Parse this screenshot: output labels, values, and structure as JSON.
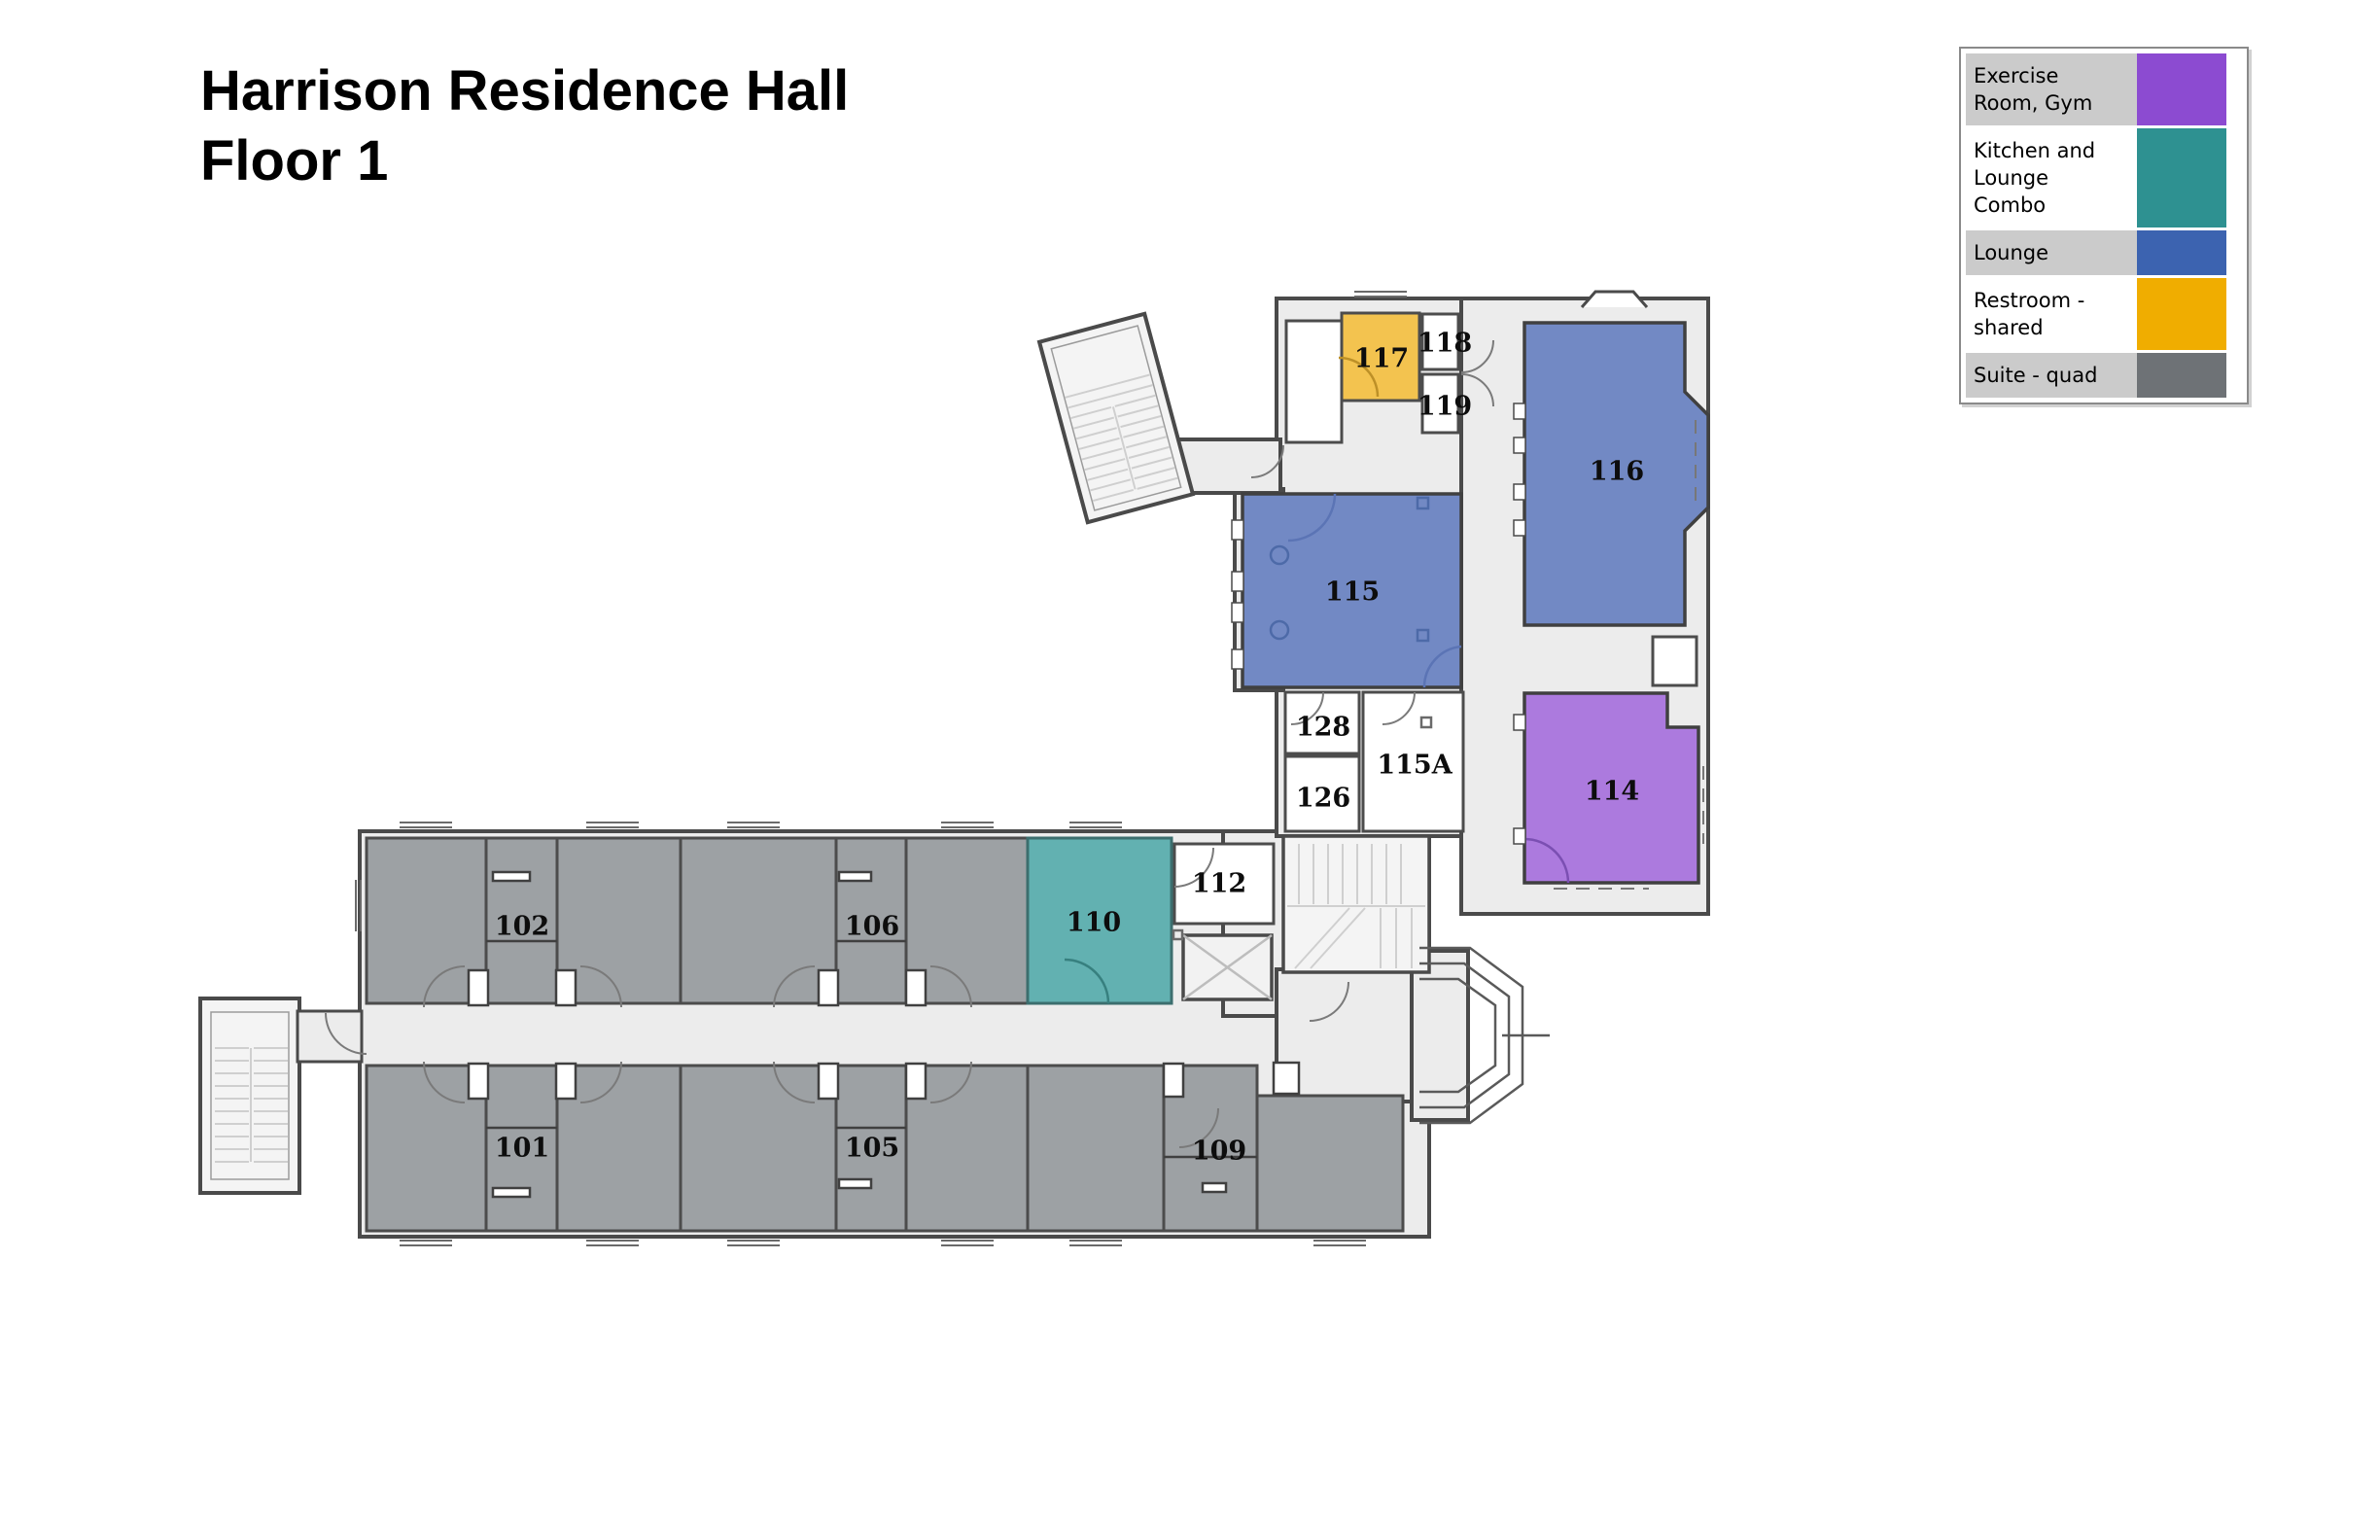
{
  "title": {
    "line1": "Harrison Residence Hall",
    "line2": "Floor 1"
  },
  "legend": {
    "items": [
      {
        "label": "Exercise Room, Gym",
        "lines": [
          "Exercise",
          "Room, Gym"
        ],
        "color": "#8c4bd1"
      },
      {
        "label": "Kitchen and Lounge Combo",
        "lines": [
          "Kitchen and",
          "Lounge",
          "Combo"
        ],
        "color": "#2e9191"
      },
      {
        "label": "Lounge",
        "lines": [
          "Lounge"
        ],
        "color": "#3c63b0"
      },
      {
        "label": "Restroom - shared",
        "lines": [
          "Restroom -",
          "shared"
        ],
        "color": "#f0ad00"
      },
      {
        "label": "Suite - quad",
        "lines": [
          "Suite - quad"
        ],
        "color": "#6e7276"
      }
    ]
  },
  "palette": {
    "exercise_room_gym": "#8c4bd1",
    "kitchen_lounge_combo": "#2e9191",
    "lounge": "#3c63b0",
    "restroom_shared": "#f0ad00",
    "suite_quad": "#6e7276",
    "room_exercise": "#ac7ade",
    "room_kitchen_lounge": "#62b1b1",
    "room_lounge": "#7289c4",
    "room_restroom": "#f3c34f",
    "room_suite": "#9da1a4",
    "corridor": "#ececec",
    "stairwell": "#f4f4f4",
    "wall": "#4a4a4a"
  },
  "rooms": {
    "r101": {
      "label": "101",
      "type": "suite-quad"
    },
    "r102": {
      "label": "102",
      "type": "suite-quad"
    },
    "r105": {
      "label": "105",
      "type": "suite-quad"
    },
    "r106": {
      "label": "106",
      "type": "suite-quad"
    },
    "r109": {
      "label": "109",
      "type": "suite-quad"
    },
    "r110": {
      "label": "110",
      "type": "kitchen-and-lounge-combo"
    },
    "r112": {
      "label": "112",
      "type": "unassigned"
    },
    "r114": {
      "label": "114",
      "type": "exercise-room-gym"
    },
    "r115": {
      "label": "115",
      "type": "lounge"
    },
    "r115A": {
      "label": "115A",
      "type": "unassigned"
    },
    "r116": {
      "label": "116",
      "type": "lounge"
    },
    "r117": {
      "label": "117",
      "type": "restroom-shared"
    },
    "r118": {
      "label": "118",
      "type": "unassigned"
    },
    "r119": {
      "label": "119",
      "type": "unassigned"
    },
    "r126": {
      "label": "126",
      "type": "unassigned"
    },
    "r128": {
      "label": "128",
      "type": "unassigned"
    }
  }
}
